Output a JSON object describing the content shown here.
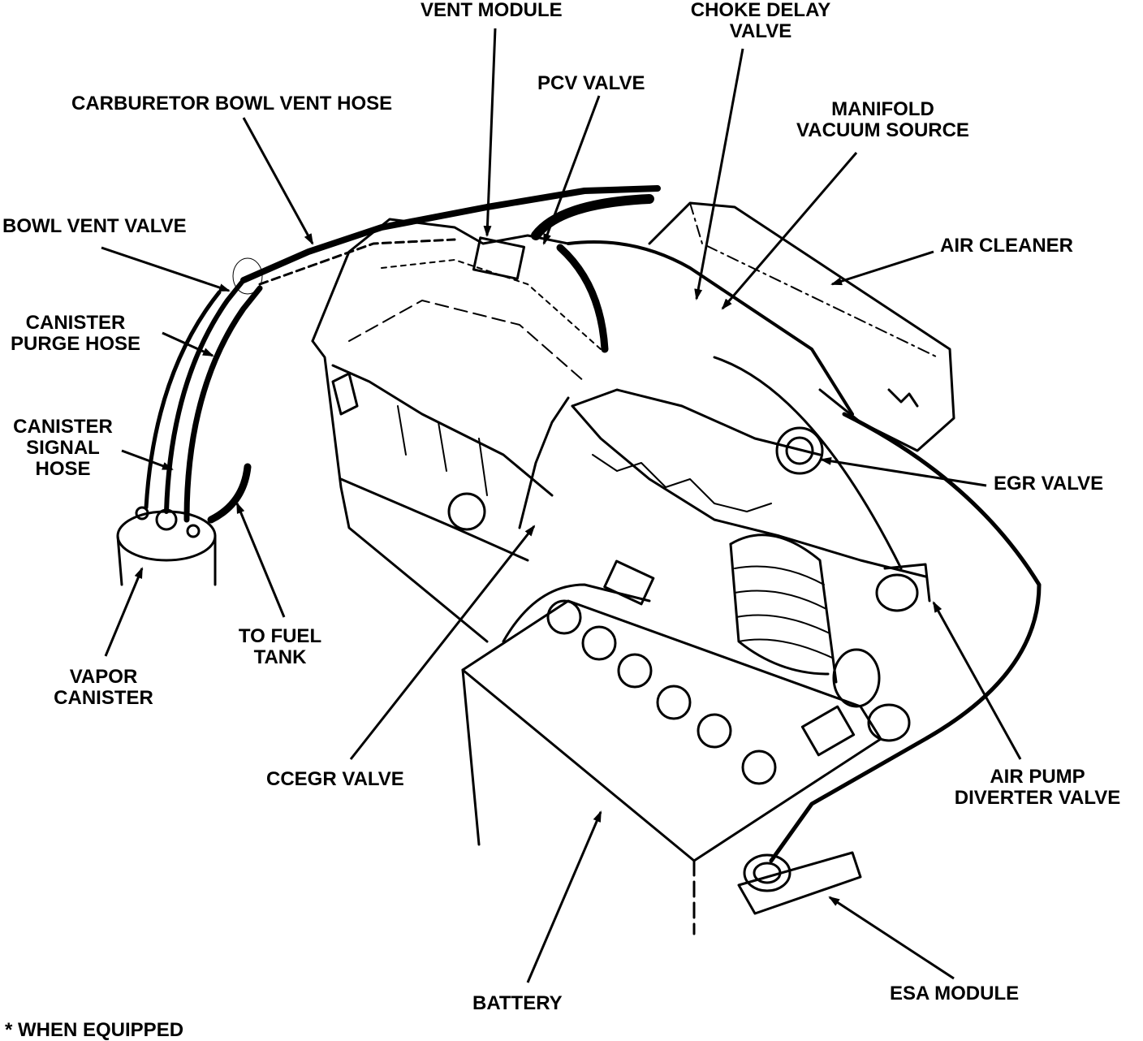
{
  "labels": {
    "vent_module": "VENT MODULE",
    "choke_delay_valve": [
      "CHOKE DELAY",
      "VALVE"
    ],
    "pcv_valve": "PCV VALVE",
    "carburetor_bowl_vent_hose": "CARBURETOR BOWL VENT HOSE",
    "manifold_vacuum_source": [
      "MANIFOLD",
      "VACUUM SOURCE"
    ],
    "bowl_vent_valve": "BOWL VENT VALVE",
    "air_cleaner": "AIR CLEANER",
    "canister_purge_hose": [
      "CANISTER",
      "PURGE HOSE"
    ],
    "canister_signal_hose": [
      "CANISTER",
      "SIGNAL",
      "HOSE"
    ],
    "egr_valve": "EGR VALVE",
    "to_fuel_tank": [
      "TO FUEL",
      "TANK"
    ],
    "vapor_canister": [
      "VAPOR",
      "CANISTER"
    ],
    "ccegr_valve": "CCEGR VALVE",
    "air_pump_diverter_valve": [
      "AIR PUMP",
      "DIVERTER VALVE"
    ],
    "battery": "BATTERY",
    "esa_module": "ESA MODULE",
    "footnote": "* WHEN EQUIPPED"
  }
}
